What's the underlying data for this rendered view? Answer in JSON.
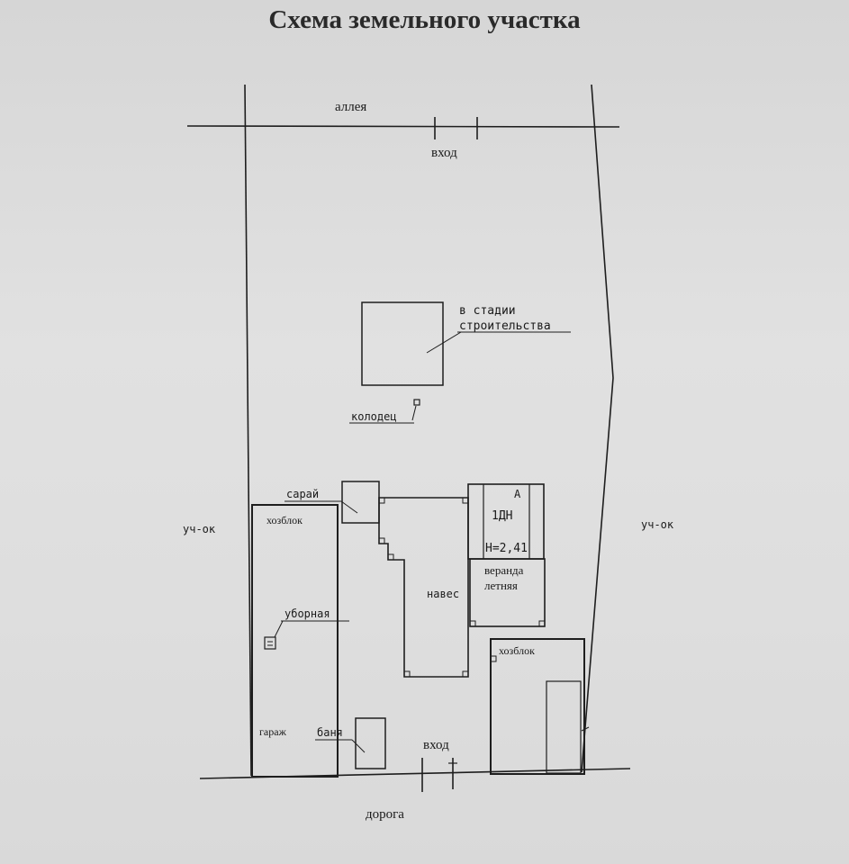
{
  "title": "Схема земельного участка",
  "labels": {
    "alley": "аллея",
    "entrance_top": "вход",
    "entrance_bottom": "вход",
    "road": "дорога",
    "plot_left": "уч-ок",
    "plot_right": "уч-ок",
    "under_construction_line1": "в стадии",
    "under_construction_line2": "строительства",
    "well": "колодец",
    "shed": "сарай",
    "utility_block_left": "хозблок",
    "toilet": "уборная",
    "garage": "гараж",
    "bathhouse": "баня",
    "canopy": "навес",
    "house_letter": "А",
    "house_floors": "1ДН",
    "house_height": "Н=2,41",
    "veranda_line1": "веранда",
    "veranda_line2": "летняя",
    "utility_block_right": "хозблок"
  },
  "colors": {
    "ink": "#1e1e1e",
    "paper": "#dcdcdc"
  }
}
